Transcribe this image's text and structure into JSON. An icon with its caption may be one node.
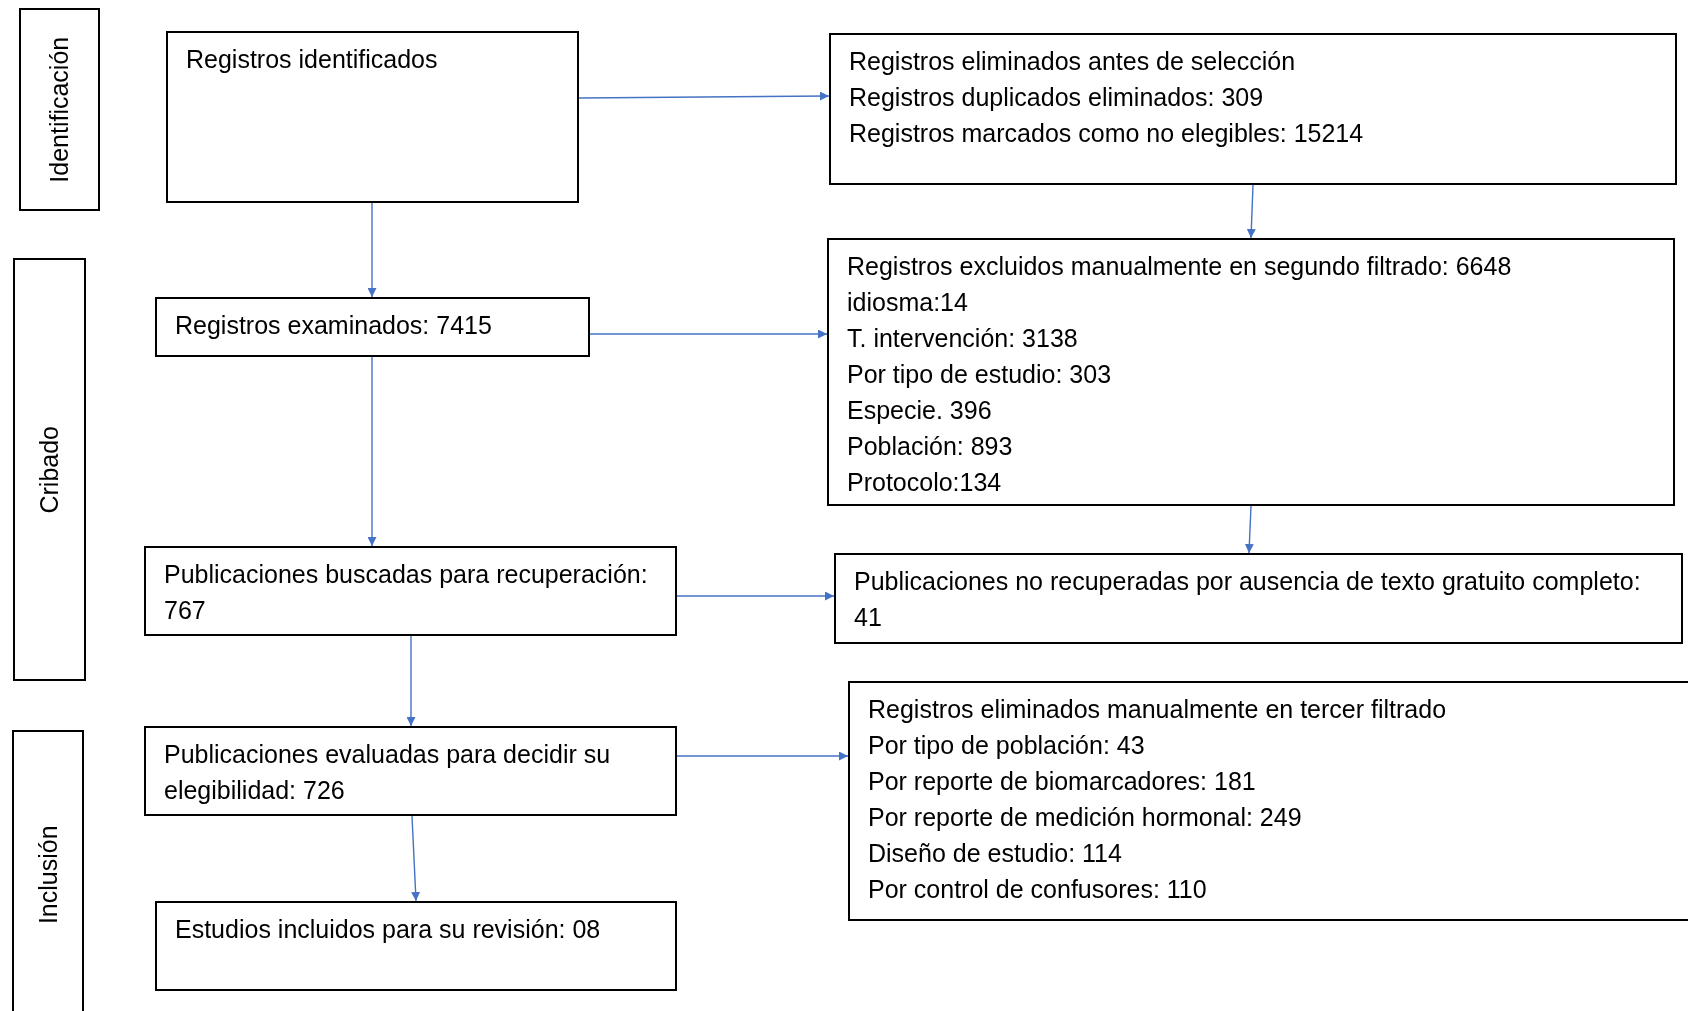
{
  "diagram": {
    "nodes": [
      {
        "text": [
          "Identificación"
        ]
      },
      {
        "text": [
          "Registros identificados"
        ]
      },
      {
        "text": [
          "Registros eliminados antes de selección",
          "Registros duplicados eliminados: 309",
          "Registros marcados como no elegibles: 15214"
        ]
      },
      {
        "text": [
          "Cribado"
        ]
      },
      {
        "text": [
          "Registros examinados: 7415"
        ]
      },
      {
        "text": [
          "Registros excluidos manualmente en segundo filtrado: 6648",
          "idiosma:14",
          "T. intervención: 3138",
          "Por tipo de estudio: 303",
          "Especie. 396",
          "Población: 893",
          "Protocolo:134"
        ]
      },
      {
        "text": [
          "Publicaciones buscadas para recuperación: 767"
        ]
      },
      {
        "text": [
          "Publicaciones no recuperadas por ausencia de texto gratuito completo: 41"
        ]
      },
      {
        "text": [
          "Inclusión"
        ]
      },
      {
        "text": [
          "Publicaciones evaluadas para decidir su elegibilidad: 726"
        ]
      },
      {
        "text": [
          "Registros eliminados manualmente en tercer filtrado",
          "Por tipo de población: 43",
          "Por reporte de biomarcadores: 181",
          "Por reporte de medición hormonal: 249",
          "Diseño de estudio: 114",
          "Por control de confusores: 110"
        ]
      },
      {
        "text": [
          "Estudios incluidos para su revisión: 08"
        ]
      }
    ],
    "edges": [
      {
        "from": 1,
        "to": 2,
        "arrow": "to"
      },
      {
        "from": 2,
        "to": 5,
        "arrow": "to"
      },
      {
        "from": 1,
        "to": 4,
        "arrow": "to"
      },
      {
        "from": 4,
        "to": 5,
        "arrow": "to"
      },
      {
        "from": 4,
        "to": 6,
        "arrow": "to"
      },
      {
        "from": 5,
        "to": 7,
        "arrow": "to"
      },
      {
        "from": 6,
        "to": 7,
        "arrow": "to"
      },
      {
        "from": 6,
        "to": 9,
        "arrow": "to"
      },
      {
        "from": 9,
        "to": 10,
        "arrow": "to"
      },
      {
        "from": 9,
        "to": 11,
        "arrow": "to"
      }
    ]
  }
}
